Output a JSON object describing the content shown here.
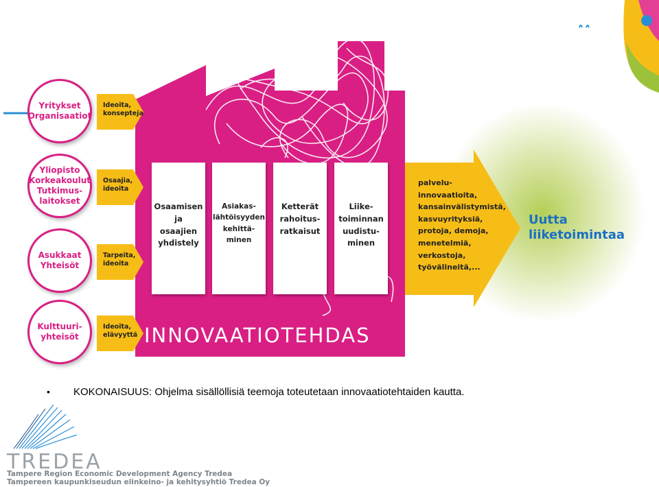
{
  "diagram": {
    "inputs": [
      {
        "circle": "Yritykset\nOrganisaatiot",
        "arrow": "Ideoita,\nkonseptejа"
      },
      {
        "circle": "Yliopisto\nKorkeakoulut\nTutkimus-\nlaitokset",
        "arrow": "Osaajia,\nideoita"
      },
      {
        "circle": "Asukkaat\nYhteisöt",
        "arrow": "Tarpeita,\nideoita"
      },
      {
        "circle": "Kulttuuri-\nyhteisöt",
        "arrow": "Ideoita,\nelävyyttä"
      }
    ],
    "topics": [
      "Osaamisen\nja\nosaajien\nyhdistely",
      "Asiakas-\nlähtöisyyden\nkehittä-\nminen",
      "Ketterät\nrahoitus-\nratkaisut",
      "Liike-\ntoiminnan\nuudistu-\nminen"
    ],
    "factory_name": "INNOVAATIOTEHDAS",
    "outputs": "palvelu-\ninnovaatioita,\nkansainvälistymistä,\nkasvuyrityksiä,\nprotoja, demoja,\nmenetelmiä,\nverkostoja,\ntyövälineitä,...",
    "result": "Uutta\nliiketoimintaa",
    "colors": {
      "magenta": "#d91f84",
      "yellow": "#f7bd17",
      "green_glow": "#a8c63a",
      "result_blue": "#1b6fc4"
    }
  },
  "summary": {
    "bullet": "•",
    "text": "KOKONAISUUS: Ohjelma sisällöllisiä teemoja toteutetaan innovaatiotehtaiden kautta."
  },
  "logo": {
    "name": "TREDEA",
    "line1": "Tampere Region Economic Development Agency Tredea",
    "line2": "Tampereen kaupunkiseudun elinkeino- ja kehitysyhtiö Tredea Oy"
  }
}
